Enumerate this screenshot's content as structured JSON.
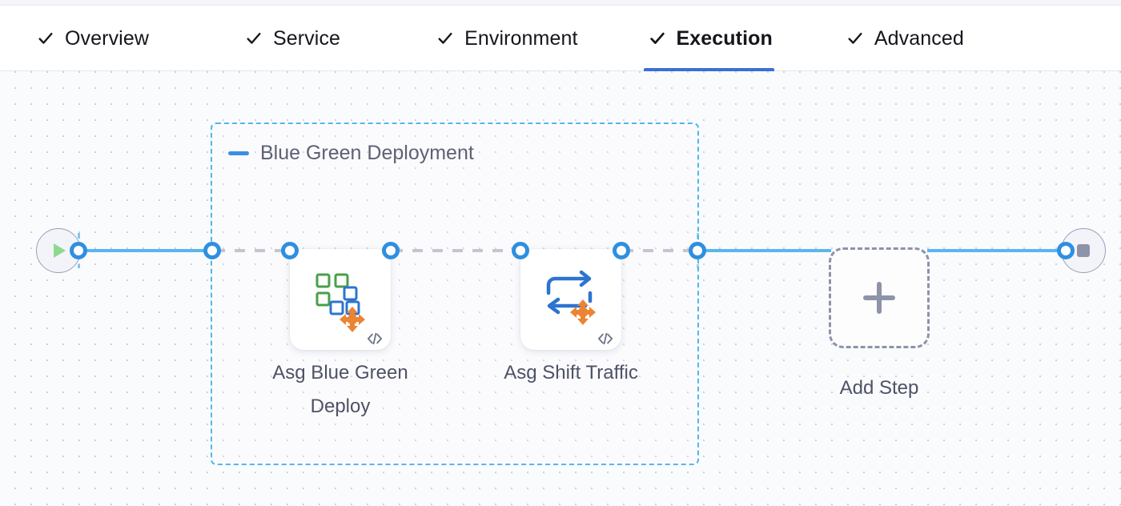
{
  "tabs": [
    {
      "label": "Overview",
      "icon": "check-icon",
      "active": false
    },
    {
      "label": "Service",
      "icon": "check-icon",
      "active": false
    },
    {
      "label": "Environment",
      "icon": "check-icon",
      "active": false
    },
    {
      "label": "Execution",
      "icon": "check-icon",
      "active": true
    },
    {
      "label": "Advanced",
      "icon": "check-icon",
      "active": false
    }
  ],
  "canvas": {
    "group": {
      "title": "Blue Green Deployment",
      "collapse_icon": "minus-icon",
      "border_color": "#50b8ec",
      "steps": [
        {
          "label": "Asg Blue Green\nDeploy",
          "icon": "asg-blue-green-deploy-icon",
          "badge_icon": "code-icon"
        },
        {
          "label": "Asg Shift Traffic",
          "icon": "asg-shift-traffic-icon",
          "badge_icon": "code-icon"
        }
      ]
    },
    "add_step": {
      "label": "Add Step",
      "icon": "plus-icon"
    },
    "start_node": {
      "icon": "play-icon"
    },
    "end_node": {
      "icon": "stop-icon"
    }
  },
  "colors": {
    "accent_blue": "#2f8fe0",
    "tab_underline": "#3871d4",
    "group_border": "#50b8ec",
    "connector_solid": "#5ab6ee",
    "connector_dashed": "#b6bac8",
    "label_text": "#4d5265",
    "icon_green": "#4a9e4a",
    "icon_blue": "#2d74d0",
    "icon_orange": "#ec8431",
    "play_green": "#8fd98f",
    "stop_gray": "#8d93a8"
  }
}
